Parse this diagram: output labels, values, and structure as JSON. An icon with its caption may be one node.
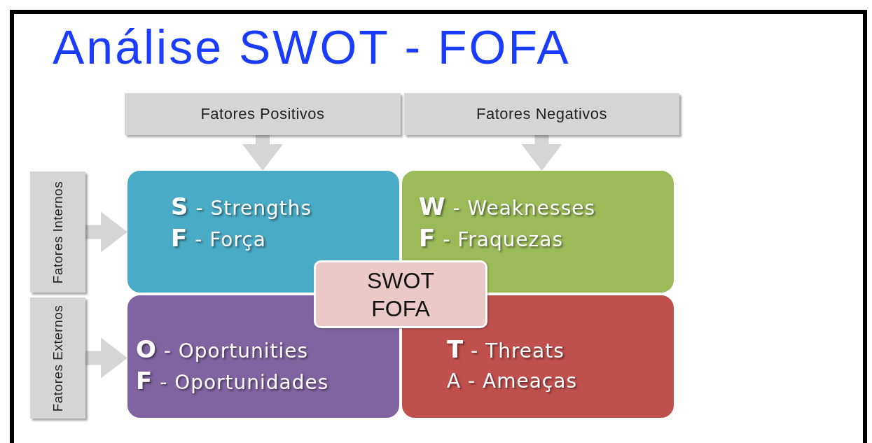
{
  "diagram": {
    "title": "Análise SWOT - FOFA",
    "nodes": [
      {
        "text": [
          "Fatores Positivos"
        ]
      },
      {
        "text": [
          "Fatores Negativos"
        ]
      },
      {
        "text": [
          "Fatores Internos"
        ]
      },
      {
        "text": [
          "Fatores Externos"
        ]
      },
      {
        "text": [
          "**S** - Strengths",
          "**F** - Força"
        ]
      },
      {
        "text": [
          "**W** - Weaknesses",
          "**F** - Fraquezas"
        ]
      },
      {
        "text": [
          "**O** - Oportunities",
          "**F** - Oportunidades"
        ]
      },
      {
        "text": [
          "**T** - Threats",
          "A - Ameaças"
        ]
      },
      {
        "text": [
          "SWOT FOFA"
        ]
      }
    ],
    "edges": [
      {
        "from": 0,
        "to": 4,
        "arrow": "to"
      },
      {
        "from": 1,
        "to": 5,
        "arrow": "to"
      },
      {
        "from": 2,
        "to": 4,
        "arrow": "to"
      },
      {
        "from": 3,
        "to": 6,
        "arrow": "to"
      }
    ]
  }
}
